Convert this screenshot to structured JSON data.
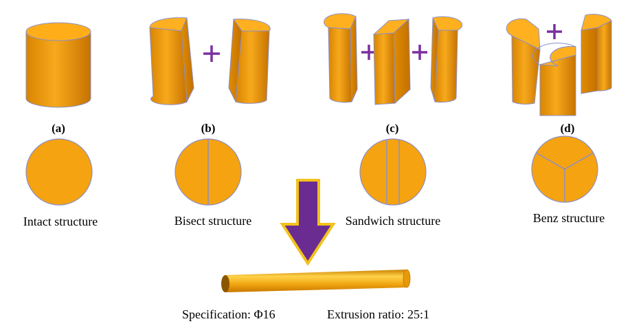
{
  "colors": {
    "orange": "#F5A311",
    "orange_dark": "#C57200",
    "orange_light": "#FFC640",
    "edge": "#8A8FC8",
    "plus": "#7A2FA0",
    "arrow_fill": "#6A2C91",
    "arrow_border": "#F2C21B"
  },
  "structures": [
    {
      "id": "a",
      "letter": "(a)",
      "name": "Intact structure"
    },
    {
      "id": "b",
      "letter": "(b)",
      "name": "Bisect structure"
    },
    {
      "id": "c",
      "letter": "(c)",
      "name": "Sandwich structure"
    },
    {
      "id": "d",
      "letter": "(d)",
      "name": "Benz structure"
    }
  ],
  "plus_symbol": "+",
  "product": {
    "specification": "Specification: Φ16",
    "extrusion_ratio": "Extrusion ratio: 25:1"
  },
  "icons": [
    "down-arrow-icon",
    "plus-icon"
  ]
}
